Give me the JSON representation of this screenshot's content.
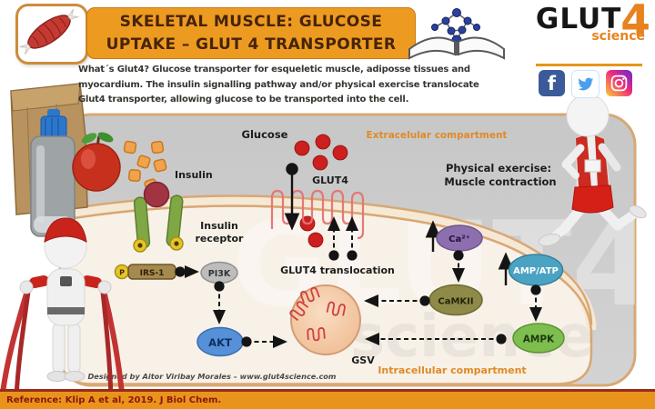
{
  "header": {
    "title_line1": "SKELETAL MUSCLE: GLUCOSE",
    "title_line2": "UPTAKE – GLUT 4 TRANSPORTER",
    "logo_glut": "GLUT",
    "logo_four": "4",
    "logo_science": "science",
    "facebook_glyph": "f"
  },
  "intro": {
    "line1": "What´s Glut4? Glucose transporter for esqueletic muscle, adiposse tissues and",
    "line2": "myocardium. The insulin signalling pathway and/or physical exercise translocate",
    "line3": "Glut4 transporter, allowing glucose to be transported into the cell."
  },
  "diagram": {
    "extracellular_label": "Extracelular compartment",
    "intracellular_label": "Intracellular compartment",
    "glucose_label": "Glucose",
    "insulin_label": "Insulin",
    "insulin_receptor_line1": "Insulin",
    "insulin_receptor_line2": "receptor",
    "glut4_label": "GLUT4",
    "glut4_translocation_label": "GLUT4 translocation",
    "physical_exercise_line1": "Physical exercise:",
    "physical_exercise_line2": "Muscle contraction",
    "gsv_label": "GSV",
    "watermark_main": "GLUT4",
    "watermark_sub": "science",
    "nodes": {
      "irs1": "IRS-1",
      "p": "P",
      "pi3k": "PI3K",
      "akt": "AKT",
      "ca": "Ca²⁺",
      "camkii": "CaMKII",
      "amp_atp": "AMP/ATP",
      "ampk": "AMPK"
    },
    "credit": "Designed by Aitor Viribay Morales – www.glut4science.com"
  },
  "footer": {
    "reference": "Reference: Klip A et al, 2019. J Biol Chem."
  },
  "colors": {
    "banner_bg": "#EC9B20",
    "banner_text": "#47230A",
    "footer_bg": "#E8941C",
    "footer_text": "#8B150D",
    "membrane": "#D8A874",
    "extracellular_bg": "#CBCBCB",
    "cell_bg": "#F8F1E8",
    "compartment_label": "#E08A28",
    "glucose_dot": "#CC1F1F",
    "glut4_protein": "#E57272",
    "insulin_square": "#F0A24C",
    "receptor_green": "#7FA845",
    "receptor_red": "#A23343",
    "phospho_yellow": "#E6C52B",
    "irs1_fill": "#A5894E",
    "pi3k_fill": "#BDBDBD",
    "akt_fill": "#5590D8",
    "ca_fill": "#8E6FAE",
    "camkii_fill": "#8F8A48",
    "amp_atp_fill": "#4BA3C3",
    "ampk_fill": "#7DBE4E",
    "gsv_fill": "#F6CBA6"
  }
}
